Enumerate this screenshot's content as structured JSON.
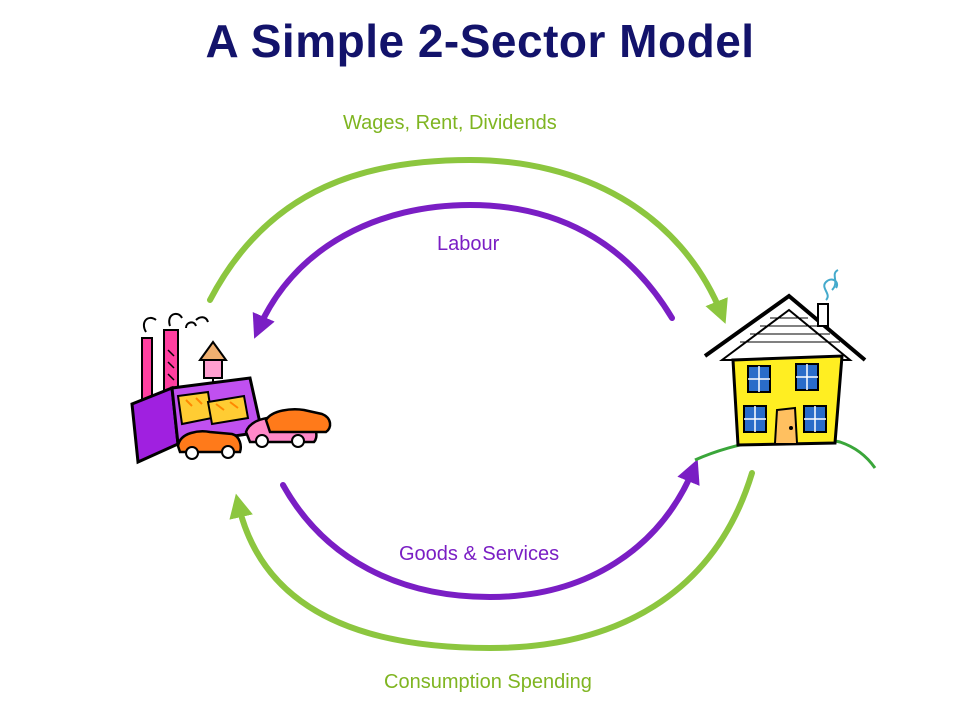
{
  "title": "A Simple 2-Sector Model",
  "flows": {
    "wages": "Wages, Rent, Dividends",
    "labour": "Labour",
    "goods": "Goods & Services",
    "consumption": "Consumption Spending"
  },
  "nodes": {
    "firms_icon": "factory-icon",
    "households_icon": "house-icon"
  },
  "colors": {
    "title": "#13136b",
    "money_flow": "#8cc63f",
    "real_flow": "#7a1ec4",
    "house_wall": "#ffee22",
    "factory_wall": "#a020e0"
  }
}
